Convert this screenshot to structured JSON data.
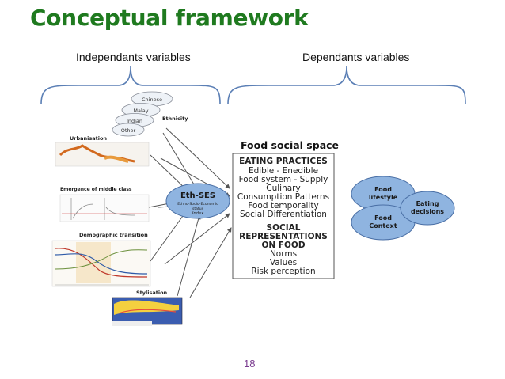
{
  "slide": {
    "title": "Conceptual framework",
    "page_number": "18"
  },
  "headers": {
    "independent": "Independants variables",
    "dependent": "Dependants variables"
  },
  "ethnicity": {
    "label": "Ethnicity",
    "groups": [
      "Chinese",
      "Malay",
      "Indian",
      "Other"
    ]
  },
  "panels": {
    "urbanisation": "Urbanisation",
    "middle_class": "Emergence of middle class",
    "demographic": "Demographic transition",
    "stylisation": "Stylisation"
  },
  "eth_ses": {
    "title": "Eth-SES",
    "subtitle_1": "Ethno-Socio-Economic",
    "subtitle_2": "status",
    "subtitle_3": "Index"
  },
  "food_social_space": {
    "title": "Food social space",
    "eating_practices_title": "EATING PRACTICES",
    "eating_practices": [
      "Edible - Enedible",
      "Food system - Supply",
      "Culinary",
      "Consumption Patterns",
      "Food temporality",
      "Social Differentiation"
    ],
    "social_rep_title_1": "SOCIAL",
    "social_rep_title_2": "REPRESENTATIONS",
    "social_rep_title_3": "ON FOOD",
    "social_representations": [
      "Norms",
      "Values",
      "Risk perception"
    ]
  },
  "outcomes": {
    "lifestyle_1": "Food",
    "lifestyle_2": "lifestyle",
    "context_1": "Food",
    "context_2": "Context",
    "decisions_1": "Eating",
    "decisions_2": "decisions"
  },
  "colors": {
    "title_green": "#1f7a1f",
    "bracket_blue": "#5b7fb5",
    "ellipse_fill": "#8fb4e0",
    "ellipse_stroke": "#4a6fa5",
    "page_num": "#7a3b8f"
  }
}
